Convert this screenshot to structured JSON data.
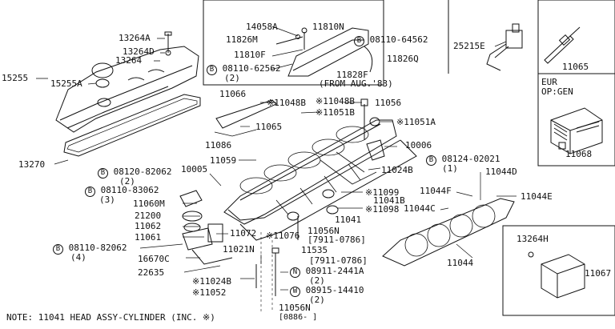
{
  "labels": {
    "p13264a": "13264A",
    "p13264d": "13264D",
    "p13264": "13264",
    "p15255": "15255",
    "p15255a": "15255A",
    "p13270": "13270",
    "p14058a": "14058A",
    "p11810n": "11810N",
    "p11826m": "11826M",
    "p08110_64562": "08110-64562",
    "p11810f": "11810F",
    "p11826q": "11826Q",
    "p08110_62562": "08110-62562",
    "p08110_62562_q": "(2)",
    "p11828f": "11828F",
    "from_aug": "(FROM AUG.'83)",
    "p25215e": "25215E",
    "p11065_top": "11065",
    "eur": "EUR",
    "op_gen": "OP:GEN",
    "p11068": "11068",
    "p11066": "11066",
    "p11048b_a": "※11048B",
    "p11048b_b": "※11048B",
    "p11056": "11056",
    "p11051b": "※11051B",
    "p11065": "11065",
    "p11051a": "※11051A",
    "p11086": "11086",
    "p10006": "10006",
    "p08124_02021": "08124-02021",
    "p08124_02021_q": "(1)",
    "p11024b_right": "11024B",
    "p11059": "11059",
    "p10005": "10005",
    "p08120_82062": "08120-82062",
    "p08120_82062_q": "(2)",
    "p08110_83062": "08110-83062",
    "p08110_83062_q": "(3)",
    "p11060m": "11060M",
    "p21200": "21200",
    "p11062": "11062",
    "p11061": "11061",
    "p08110_82062": "08110-82062",
    "p08110_82062_q": "(4)",
    "p16670c": "16670C",
    "p22635": "22635",
    "p11072": "11072",
    "p11021n": "11021N",
    "p11076": "※11076",
    "p11024b_left": "※11024B",
    "p11052": "※11052",
    "p11099": "※11099",
    "p11041b": "11041B",
    "p11098": "※11098",
    "p11041": "11041",
    "p11056n_a": "11056N",
    "p7911_a": "[7911-0786]",
    "p11535": "11535",
    "p7911_b": "[7911-0786]",
    "p08911": "08911-2441A",
    "p08911_q": "(2)",
    "p08915": "08915-14410",
    "p08915_q": "(2)",
    "p11056n_b": "11056N",
    "p0886": "[0886-  ]",
    "p11044d": "11044D",
    "p11044f": "11044F",
    "p11044e": "11044E",
    "p11044c": "11044C",
    "p11044": "11044",
    "p13264h": "13264H",
    "p11067": "11067",
    "circ_b": "B",
    "circ_n": "N",
    "circ_w": "W"
  },
  "note": "NOTE: 11041 HEAD ASSY-CYLINDER (INC. ※)"
}
